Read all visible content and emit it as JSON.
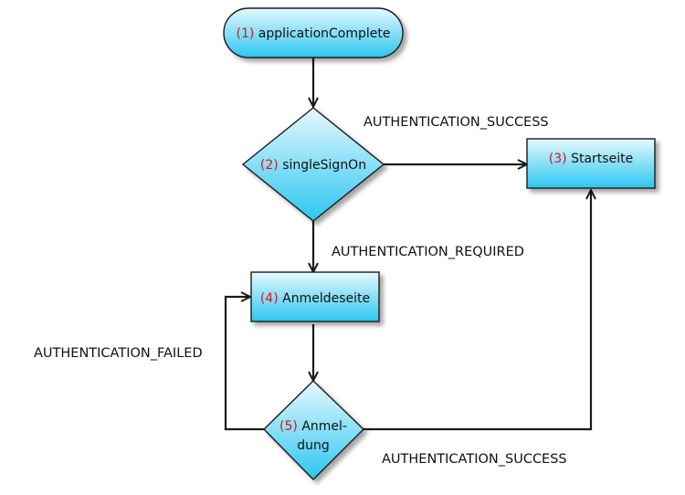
{
  "nodes": {
    "application_complete": {
      "number": "(1)",
      "label": "applicationComplete"
    },
    "single_sign_on": {
      "number": "(2)",
      "label": "singleSignOn"
    },
    "startseite": {
      "number": "(3)",
      "label": "Startseite"
    },
    "anmeldeseite": {
      "number": "(4)",
      "label": "Anmeldeseite"
    },
    "anmeldung": {
      "number": "(5)",
      "label_line1": "Anmel-",
      "label_line2": "dung"
    }
  },
  "edges": {
    "sso_success": "AUTHENTICATION_SUCCESS",
    "sso_required": "AUTHENTICATION_REQUIRED",
    "login_failed": "AUTHENTICATION_FAILED",
    "login_success": "AUTHENTICATION_SUCCESS"
  },
  "colors": {
    "node_fill_top": "#e6f9ff",
    "node_fill_bottom": "#2cc7f0",
    "node_stroke": "#1a1a1a",
    "number_color": "#d01818",
    "edge_color": "#1a1a1a"
  }
}
